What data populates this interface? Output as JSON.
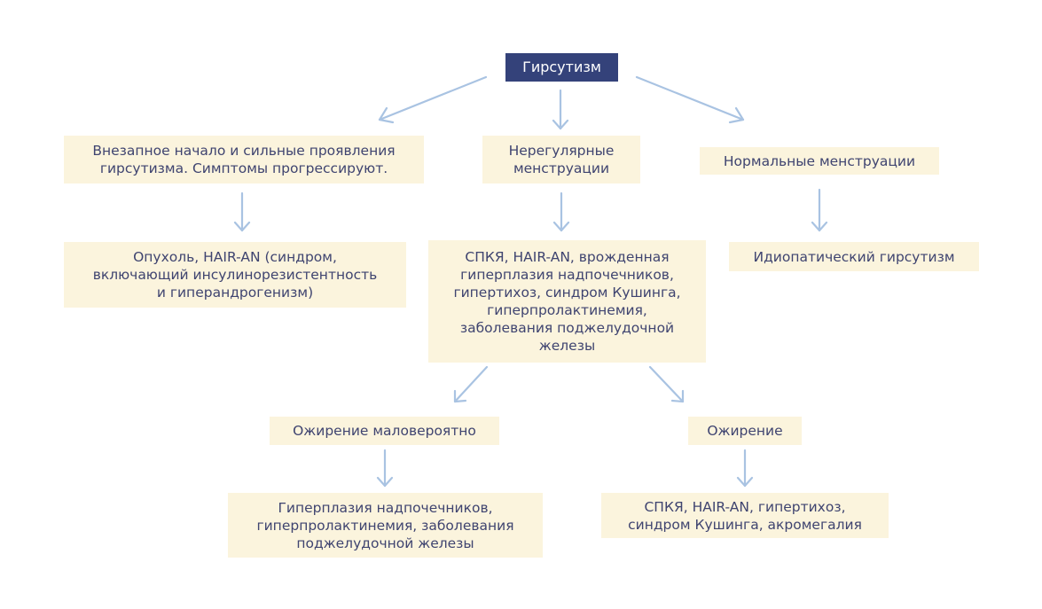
{
  "diagram": {
    "root": "Гирсутизм",
    "branch_sudden": "Внезапное начало и сильные проявления\nгирсутизма. Симптомы прогрессируют.",
    "branch_irregular": "Нерегулярные\nменструации",
    "branch_normal": "Нормальные менструации",
    "result_tumor": "Опухоль, HAIR-AN (синдром,\nвключающий инсулинорезистентность\nи гиперандрогенизм)",
    "result_pcos": "СПКЯ, HAIR-AN, врожденная\nгиперплазия надпочечников,\nгипертихоз, синдром Кушинга,\nгиперпролактинемия,\nзаболевания поджелудочной\nжелезы",
    "result_idiopathic": "Идиопатический гирсутизм",
    "obesity_unlikely": "Ожирение маловероятно",
    "obesity": "Ожирение",
    "final_no_obesity": "Гиперплазия надпочечников,\nгиперпролактинемия, заболевания\nподжелудочной железы",
    "final_obesity": "СПКЯ, HAIR-AN, гипертихоз,\nсиндром Кушинга, акромегалия"
  },
  "colors": {
    "root_fill": "#34427a",
    "box_fill": "#fbf4dd",
    "text": "#3f4470",
    "arrow": "#a9c3e2"
  }
}
